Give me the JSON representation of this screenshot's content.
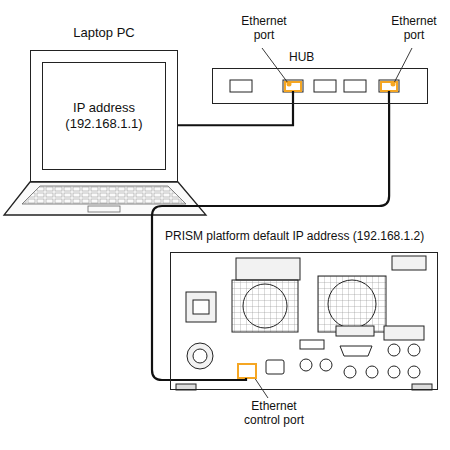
{
  "diagram": {
    "nodes": [
      {
        "text": [
          "Laptop PC",
          "IP address (192.168.1.1)"
        ]
      },
      {
        "text": [
          "HUB"
        ]
      },
      {
        "text": [
          "PRISM platform default IP address (192.168.1.2)"
        ]
      }
    ],
    "edges": [
      {
        "from": 0,
        "to": 1,
        "arrow": "none"
      },
      {
        "from": 1,
        "to": 2,
        "arrow": "none"
      }
    ],
    "labels": [
      "Ethernet port",
      "Ethernet port",
      "Ethernet control port"
    ]
  }
}
